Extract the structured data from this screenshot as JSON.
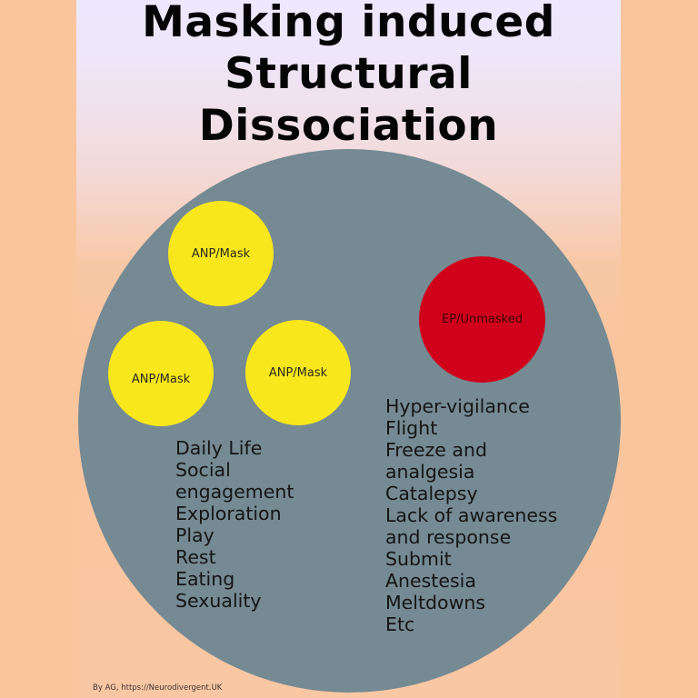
{
  "title": {
    "lines": [
      "Masking induced",
      "Structural",
      "Dissociation"
    ]
  },
  "colors": {
    "background": "#f9c59d",
    "panel_top": "#ede8fe",
    "panel_bottom": "#f9c7a4",
    "outer_circle": "#758a93",
    "anp_circle": "#f8e71c",
    "ep_circle": "#d0021b",
    "text": "#151515"
  },
  "diagram": {
    "anp_nodes": [
      {
        "label": "ANP/Mask"
      },
      {
        "label": "ANP/Mask"
      },
      {
        "label": "ANP/Mask"
      }
    ],
    "ep_node": {
      "label": "EP/Unmasked"
    },
    "anp_functions": [
      "Daily Life",
      "Social",
      "engagement",
      "Exploration",
      "Play",
      "Rest",
      "Eating",
      "Sexuality"
    ],
    "ep_functions": [
      "Hyper-vigilance",
      "Flight",
      "Freeze and",
      "analgesia",
      "Catalepsy",
      "Lack of awareness",
      "and response",
      "Submit",
      "Anestesia",
      "Meltdowns",
      "Etc"
    ]
  },
  "footer": {
    "credit": "By AG, https://Neurodivergent.UK"
  }
}
